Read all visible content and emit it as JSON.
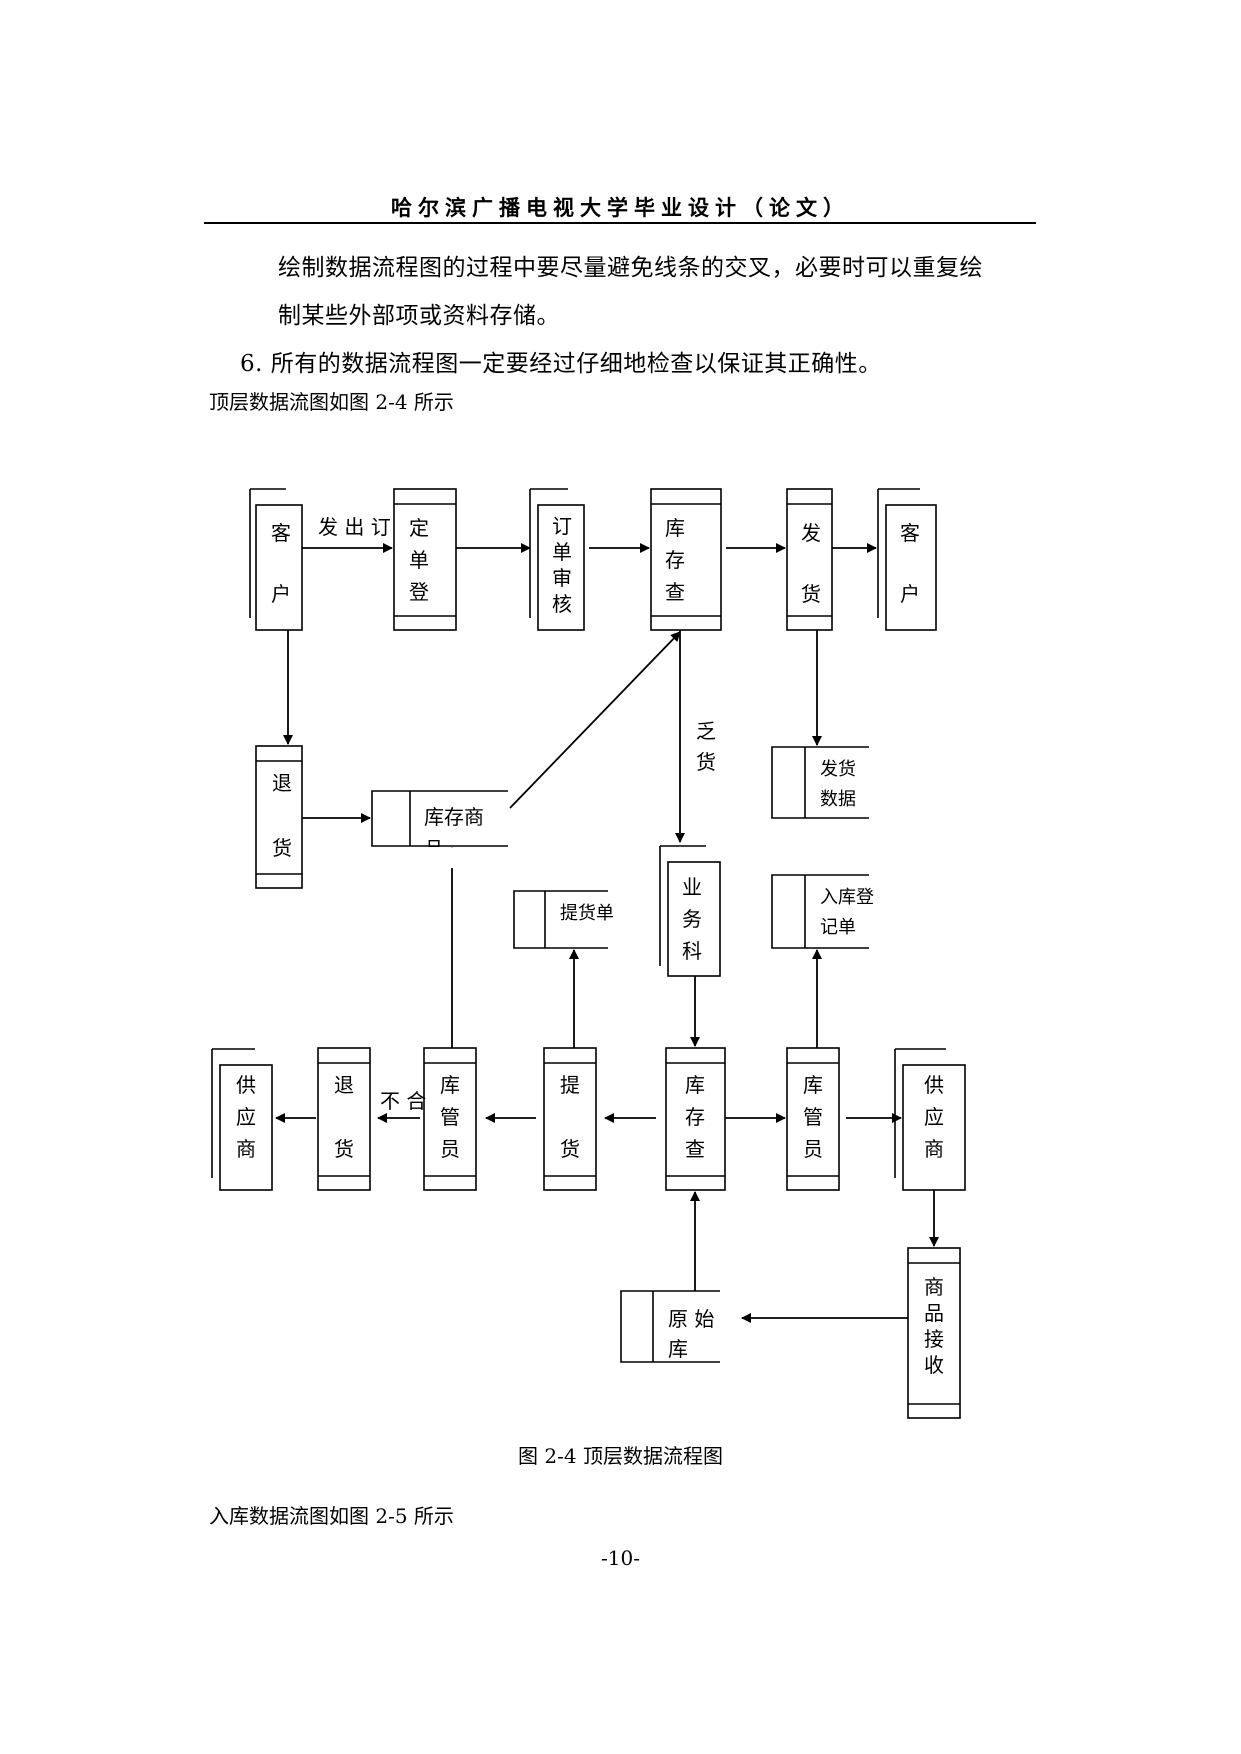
{
  "header": {
    "title": "哈尔滨广播电视大学毕业设计（论文）"
  },
  "paragraphs": {
    "p1_line1": "绘制数据流程图的过程中要尽量避免线条的交叉，必要时可以重复绘",
    "p1_line2": "制某些外部项或资料存储。",
    "p2": "6.  所有的数据流程图一定要经过仔细地检查以保证其正确性。",
    "p3": "顶层数据流图如图 2-4 所示"
  },
  "diagram": {
    "customer_left": [
      "客",
      "户"
    ],
    "order_reg": [
      "定",
      "单",
      "登"
    ],
    "order_review": [
      "订",
      "单",
      "审",
      "核"
    ],
    "stock_check_top": [
      "库",
      "存",
      "查"
    ],
    "ship": [
      "发",
      "货"
    ],
    "customer_right": [
      "客",
      "户"
    ],
    "return_customer": [
      "退",
      "货"
    ],
    "stock_goods_store": "库存商",
    "stock_goods_cut": "品",
    "ship_data_store": [
      "发货",
      "数据"
    ],
    "business_dept": [
      "业",
      "务",
      "科"
    ],
    "pickup_store": "提货单",
    "inbound_store": [
      "入库登",
      "记单"
    ],
    "supplier_left": [
      "供",
      "应",
      "商"
    ],
    "return_supplier": [
      "退",
      "货"
    ],
    "keeper_left": [
      "库",
      "管",
      "员"
    ],
    "pickup": [
      "提",
      "货"
    ],
    "stock_check_bottom": [
      "库",
      "存",
      "查"
    ],
    "keeper_right": [
      "库",
      "管",
      "员"
    ],
    "supplier_right": [
      "供",
      "应",
      "商"
    ],
    "goods_receive": [
      "商",
      "品",
      "接",
      "收"
    ],
    "original_store": [
      "原 始",
      "库"
    ],
    "flow_send_order": "发 出 订",
    "flow_shortage": [
      "乏",
      "货"
    ],
    "flow_unqualified": "不 合"
  },
  "caption": "图 2-4 顶层数据流程图",
  "footer_text": "入库数据流图如图 2-5 所示",
  "page_number": "-10-"
}
